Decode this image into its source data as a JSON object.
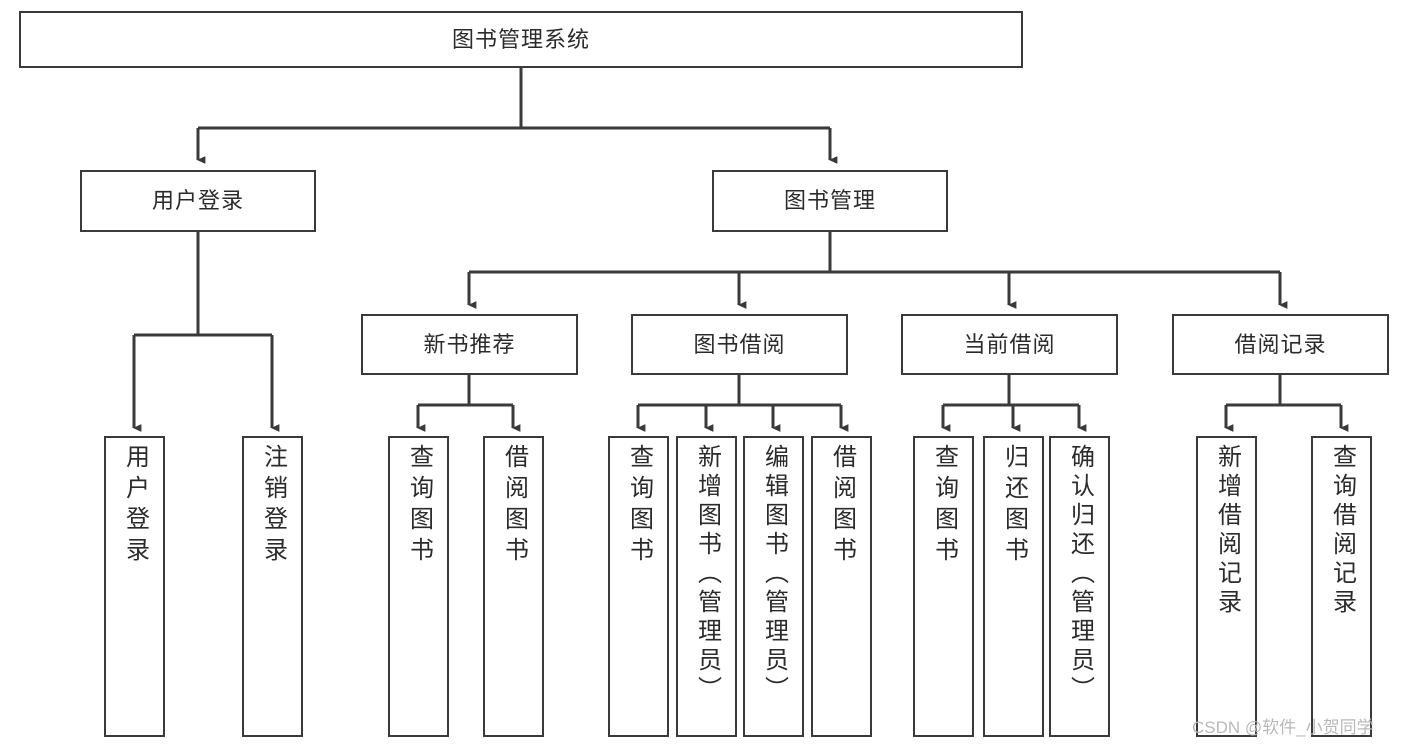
{
  "diagram": {
    "title": "图书管理系统",
    "type": "tree-hierarchy-chart",
    "root": {
      "label": "图书管理系统"
    },
    "level2": [
      {
        "label": "用户登录"
      },
      {
        "label": "图书管理"
      }
    ],
    "level3": [
      {
        "label": "新书推荐"
      },
      {
        "label": "图书借阅"
      },
      {
        "label": "当前借阅"
      },
      {
        "label": "借阅记录"
      }
    ],
    "leaves": [
      {
        "label": "用户登录",
        "parent": "用户登录"
      },
      {
        "label": "注销登录",
        "parent": "用户登录"
      },
      {
        "label": "查询图书",
        "parent": "新书推荐"
      },
      {
        "label": "借阅图书",
        "parent": "新书推荐"
      },
      {
        "label": "查询图书",
        "parent": "图书借阅"
      },
      {
        "label": "新增图书（管理员）",
        "parent": "图书借阅"
      },
      {
        "label": "编辑图书（管理员）",
        "parent": "图书借阅"
      },
      {
        "label": "借阅图书",
        "parent": "图书借阅"
      },
      {
        "label": "查询图书",
        "parent": "当前借阅"
      },
      {
        "label": "归还图书",
        "parent": "当前借阅"
      },
      {
        "label": "确认归还（管理员）",
        "parent": "当前借阅"
      },
      {
        "label": "新增借阅记录",
        "parent": "借阅记录"
      },
      {
        "label": "查询借阅记录",
        "parent": "借阅记录"
      }
    ],
    "watermark": "CSDN @软件_小贺同学",
    "colors": {
      "stroke": "#3a3a3a",
      "fill": "#ffffff",
      "text": "#2b2b2b",
      "watermark": "#b9b9b9"
    }
  }
}
